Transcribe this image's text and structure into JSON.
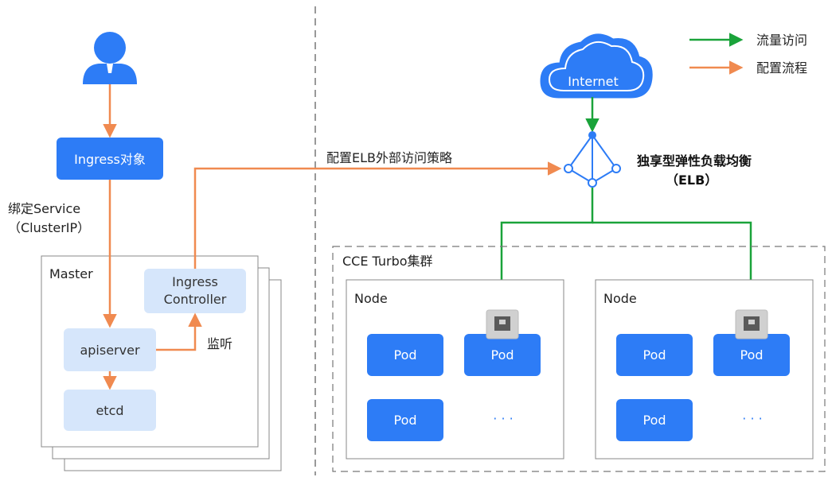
{
  "legend": {
    "traffic_label": "流量访问",
    "config_label": "配置流程"
  },
  "internet": {
    "label": "Internet"
  },
  "elb": {
    "title": "独享型弹性负载均衡",
    "subtitle": "（ELB）"
  },
  "ingress_object": {
    "label": "Ingress对象"
  },
  "bind_service": {
    "line1": "绑定Service",
    "line2": "（ClusterIP）"
  },
  "master": {
    "label": "Master",
    "controller_line1": "Ingress",
    "controller_line2": "Controller",
    "apiserver": "apiserver",
    "etcd": "etcd"
  },
  "listen_label": "监听",
  "elb_policy_label": "配置ELB外部访问策略",
  "cluster": {
    "label": "CCE Turbo集群",
    "nodes": [
      {
        "label": "Node",
        "pods": [
          "Pod",
          "Pod",
          "Pod"
        ],
        "ellipsis": "· · ·"
      },
      {
        "label": "Node",
        "pods": [
          "Pod",
          "Pod",
          "Pod"
        ],
        "ellipsis": "· · ·"
      }
    ]
  },
  "colors": {
    "traffic": "#1aa33a",
    "config": "#f08a50",
    "blue": "#2d7cf6",
    "light_blue": "#d6e6fb",
    "border": "#888888"
  }
}
